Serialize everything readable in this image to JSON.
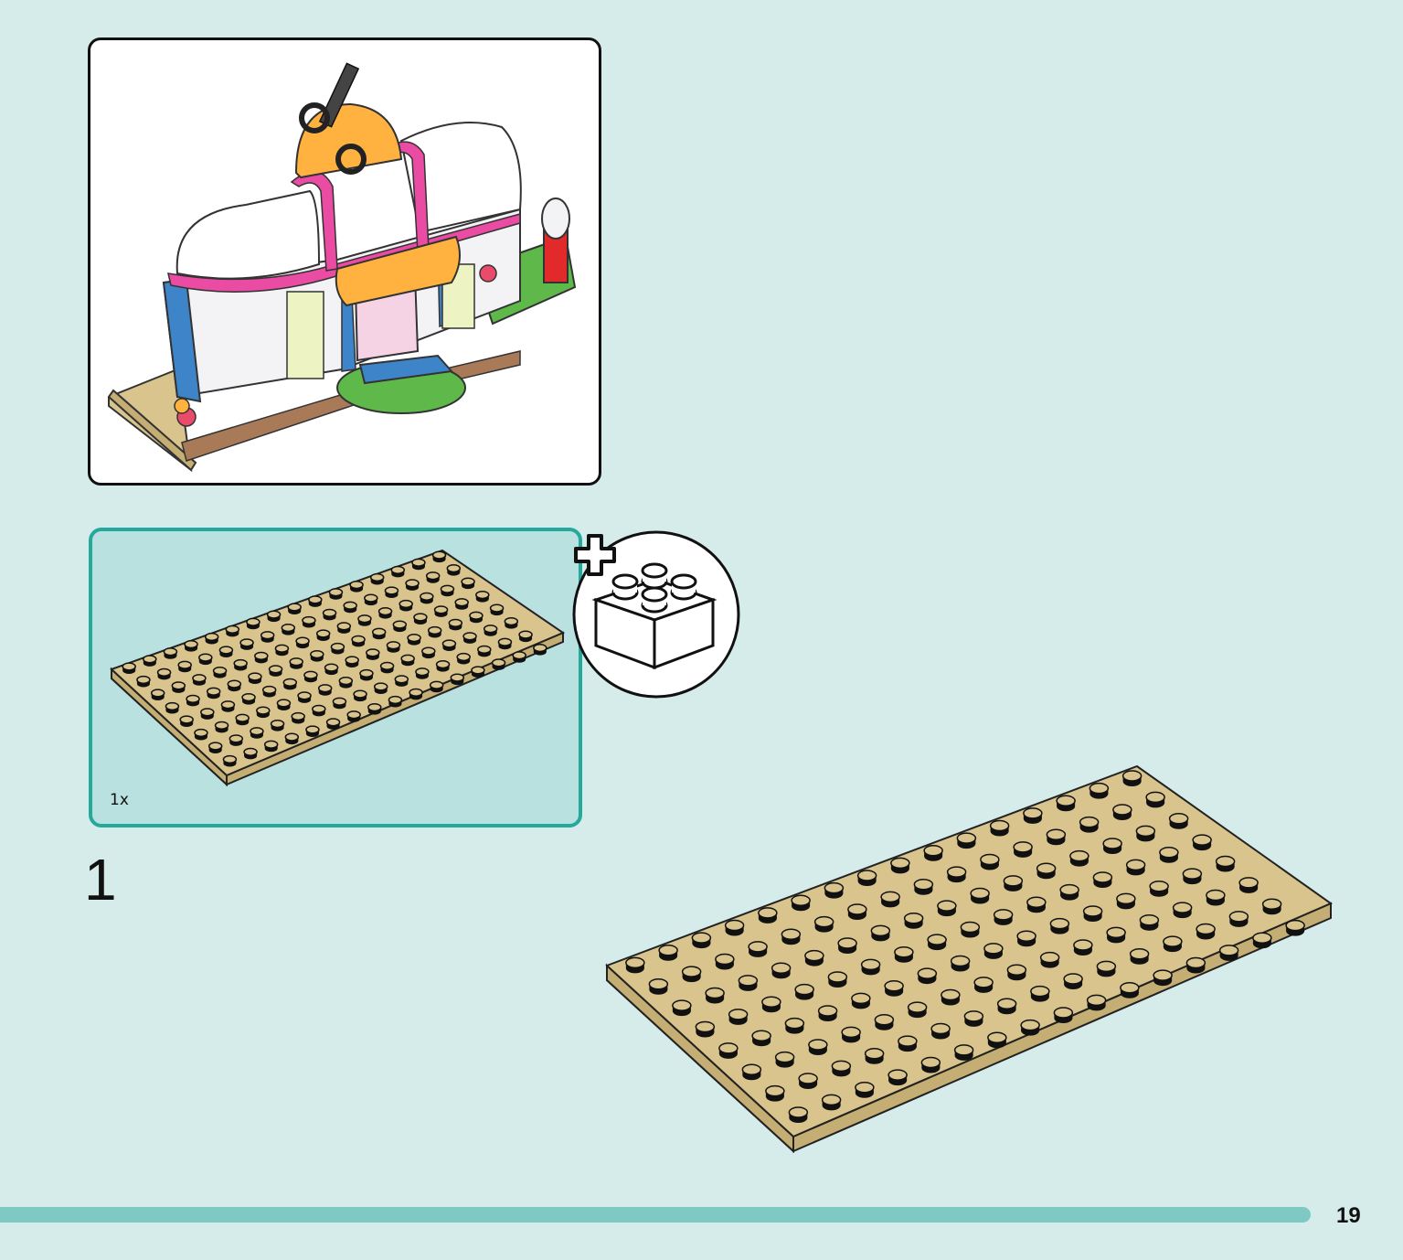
{
  "page": {
    "background": "#d6ecea",
    "accent": "#26a89c",
    "bar_color": "#7fc9c4",
    "number": "19"
  },
  "preview": {
    "image": "completed-hair-salon-model"
  },
  "parts_list": {
    "items": [
      {
        "part": "tan-baseplate-8x16",
        "quantity": "1x",
        "color": "#d8c48c"
      }
    ],
    "add_icon": "add-brick-icon"
  },
  "step": {
    "number": "1",
    "part": "tan-baseplate-8x16"
  },
  "plate": {
    "rows": 8,
    "cols": 16,
    "color": "#d8c48c",
    "side_color": "#c4ae74",
    "stud_color": "#d8c48c"
  }
}
